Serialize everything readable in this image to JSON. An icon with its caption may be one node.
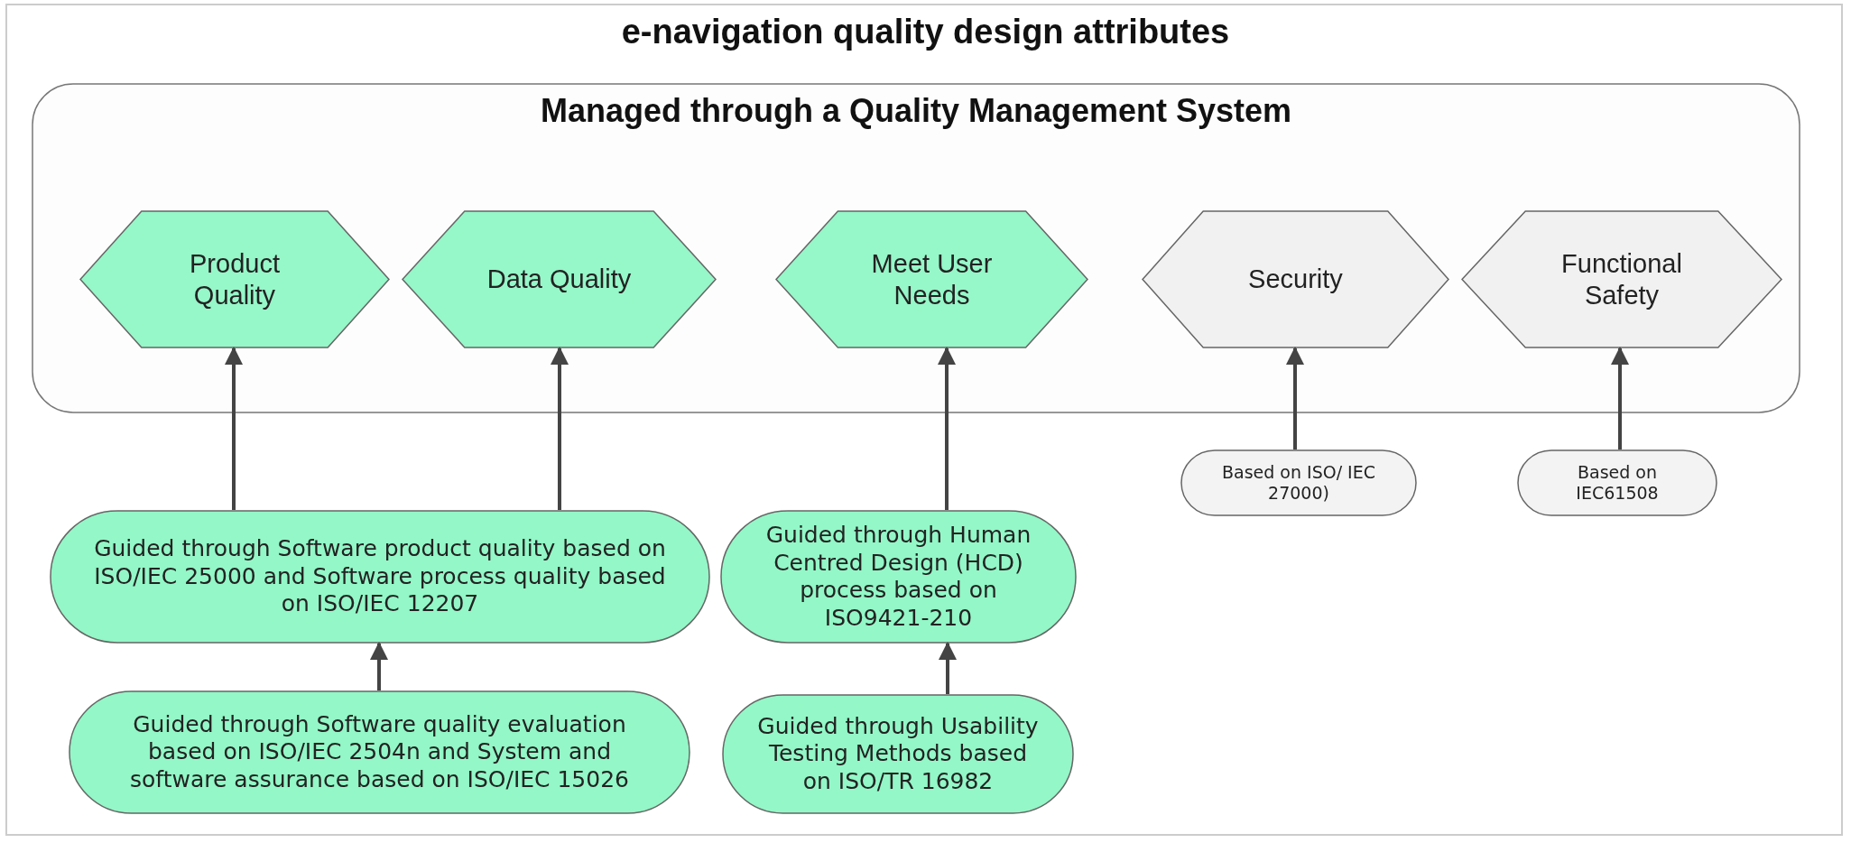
{
  "diagram": {
    "title": "e-navigation quality design attributes",
    "nodes": [
      {
        "text": [
          "Managed through a Quality Management System"
        ]
      },
      {
        "text": [
          "Product Quality"
        ],
        "in": 0
      },
      {
        "text": [
          "Data Quality"
        ],
        "in": 0
      },
      {
        "text": [
          "Meet User Needs"
        ],
        "in": 0
      },
      {
        "text": [
          "Security"
        ],
        "in": 0
      },
      {
        "text": [
          "Functional Safety"
        ],
        "in": 0
      },
      {
        "text": [
          "Based on ISO/ IEC 27000)"
        ]
      },
      {
        "text": [
          "Based on IEC61508"
        ]
      },
      {
        "text": [
          "Guided through Software product quality based on ISO/IEC 25000 and Software process quality based on ISO/IEC 12207"
        ]
      },
      {
        "text": [
          "Guided through Human Centred Design (HCD) process based on ISO9421-210"
        ]
      },
      {
        "text": [
          "Guided through Software quality evaluation based on ISO/IEC 2504n and System and software assurance based on ISO/IEC 15026"
        ]
      },
      {
        "text": [
          "Guided through Usability Testing Methods based on ISO/TR 16982"
        ]
      }
    ],
    "edges": [
      {
        "from": 8,
        "to": 1,
        "arrow": "to"
      },
      {
        "from": 8,
        "to": 2,
        "arrow": "to"
      },
      {
        "from": 9,
        "to": 3,
        "arrow": "to"
      },
      {
        "from": 6,
        "to": 4,
        "arrow": "to"
      },
      {
        "from": 7,
        "to": 5,
        "arrow": "to"
      },
      {
        "from": 10,
        "to": 8,
        "arrow": "to"
      },
      {
        "from": 11,
        "to": 9,
        "arrow": "to"
      }
    ]
  }
}
